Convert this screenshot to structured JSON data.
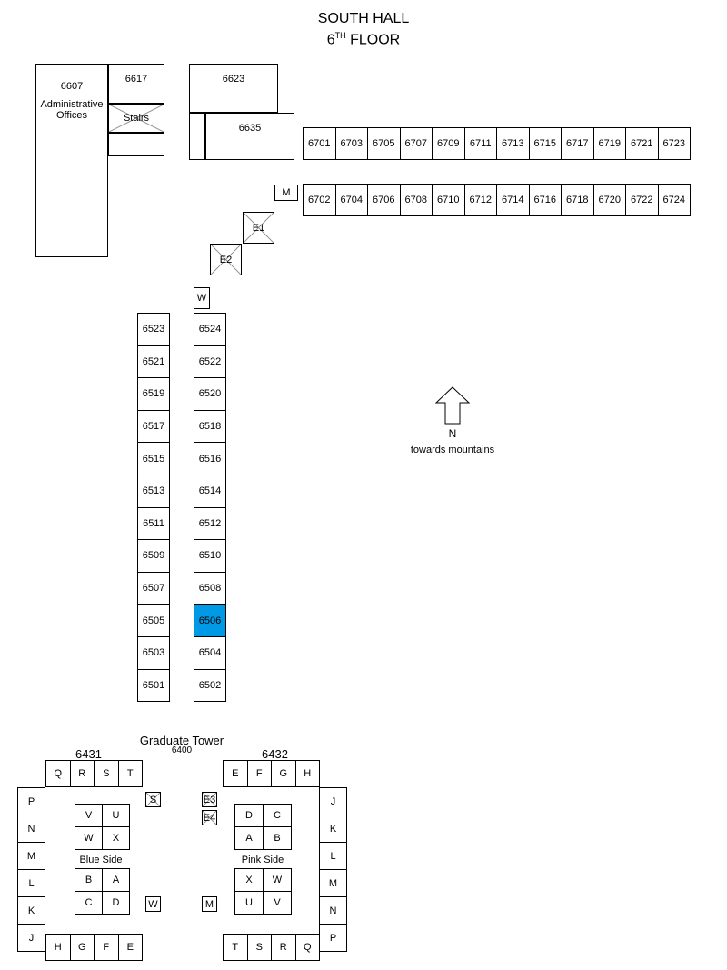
{
  "header": {
    "line1": "SOUTH HALL",
    "floor_num": "6",
    "floor_sup": "TH",
    "floor_word": "FLOOR"
  },
  "west_block": {
    "r6607": "6607",
    "admin_line1": "Administrative",
    "admin_line2": "Offices",
    "r6617": "6617",
    "stairs": "Stairs",
    "r6623": "6623",
    "r6635": "6635"
  },
  "east_odd": [
    "6701",
    "6703",
    "6705",
    "6707",
    "6709",
    "6711",
    "6713",
    "6715",
    "6717",
    "6719",
    "6721",
    "6723"
  ],
  "east_even": [
    "6702",
    "6704",
    "6706",
    "6708",
    "6710",
    "6712",
    "6714",
    "6716",
    "6718",
    "6720",
    "6722",
    "6724"
  ],
  "m_label": "M",
  "e1": "E1",
  "e2": "E2",
  "w_label": "W",
  "wing_left": [
    "6523",
    "6521",
    "6519",
    "6517",
    "6515",
    "6513",
    "6511",
    "6509",
    "6507",
    "6505",
    "6503",
    "6501"
  ],
  "wing_right": [
    "6524",
    "6522",
    "6520",
    "6518",
    "6516",
    "6514",
    "6512",
    "6510",
    "6508",
    "6506",
    "6504",
    "6502"
  ],
  "highlight_room": "6506",
  "highlight_color": "#0099e6",
  "compass": {
    "letter": "N",
    "caption": "towards mountains"
  },
  "tower": {
    "title": "Graduate Tower",
    "subtitle": "6400",
    "left_name": "6431",
    "right_name": "6432",
    "left_top": [
      "Q",
      "R",
      "S",
      "T"
    ],
    "left_side": [
      "P",
      "N",
      "M",
      "L",
      "K",
      "J"
    ],
    "left_bottom": [
      "H",
      "G",
      "F",
      "E"
    ],
    "left_inner_top": [
      "V",
      "U",
      "W",
      "X"
    ],
    "left_inner_bottom": [
      "B",
      "A",
      "C",
      "D"
    ],
    "blue_side": "Blue Side",
    "right_top": [
      "E",
      "F",
      "G",
      "H"
    ],
    "right_side": [
      "J",
      "K",
      "L",
      "M",
      "N",
      "P"
    ],
    "right_bottom": [
      "T",
      "S",
      "R",
      "Q"
    ],
    "right_inner_top": [
      "D",
      "C",
      "A",
      "B"
    ],
    "right_inner_bottom": [
      "X",
      "W",
      "U",
      "V"
    ],
    "pink_side": "Pink Side",
    "s_label": "S",
    "e3": "E3",
    "e4": "E4",
    "w": "W",
    "m": "M"
  }
}
